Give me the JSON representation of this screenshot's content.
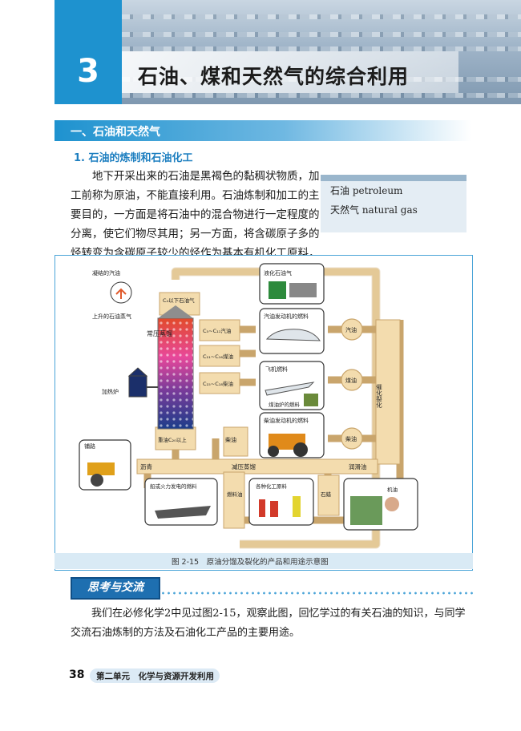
{
  "header": {
    "chapter_number": "3",
    "chapter_title": "石油、煤和天然气的综合利用"
  },
  "section": {
    "title": "一、石油和天然气",
    "subtitle": "1. 石油的炼制和石油化工",
    "paragraph": "地下开采出来的石油是黑褐色的黏稠状物质，加工前称为原油，不能直接利用。石油炼制和加工的主要目的，一方面是将石油中的混合物进行一定程度的分离，使它们物尽其用；另一方面，将含碳原子多的烃转变为含碳原子较少的烃作为基本有机化工原料，以提高石油的利用价值。"
  },
  "glossary": [
    "石油 petroleum",
    "天然气 natural gas"
  ],
  "figure": {
    "caption": "图 2-15　原油分馏及裂化的产品和用途示意图",
    "labels": {
      "condensed_vapor": "凝结的汽油",
      "rising_vapor": "上升的石油蒸气",
      "furnace": "加热炉",
      "tower": "常压蒸馏",
      "c4": "C₄以下石油气",
      "c5c11": "C₅~C₁₁汽油",
      "c11c16": "C₁₁~C₁₆煤油",
      "c15c18": "C₁₅~C₁₈柴油",
      "heavy": "重油C₂₀以上",
      "lpg": "液化石油气",
      "gasoline_engine": "汽油发动机的燃料",
      "jet": "飞机燃料",
      "stove": "煤油炉的燃料",
      "diesel_engine": "柴油发动机的燃料",
      "gasoline": "汽油",
      "kerosene": "煤油",
      "diesel": "柴油",
      "cracking": "催化裂化",
      "diesel2": "柴油",
      "paving": "铺路",
      "asphalt": "沥青",
      "vacuum": "减压蒸馏",
      "lube": "润滑油",
      "ship": "船或火力发电的燃料",
      "fuel_oil": "燃料油",
      "chem": "各种化工原料",
      "wax": "石蜡",
      "machine_oil": "机油"
    }
  },
  "discussion": {
    "title": "思考与交流",
    "paragraph": "我们在必修化学2中见过图2-15，观察此图，回忆学过的有关石油的知识，与同学交流石油炼制的方法及石油化工产品的主要用途。"
  },
  "footer": {
    "page_number": "38",
    "unit_text": "第二单元　化学与资源开发利用"
  },
  "colors": {
    "accent": "#1e92cf",
    "pipe": "#f3dcae",
    "pipe_stroke": "#c9a56c"
  }
}
